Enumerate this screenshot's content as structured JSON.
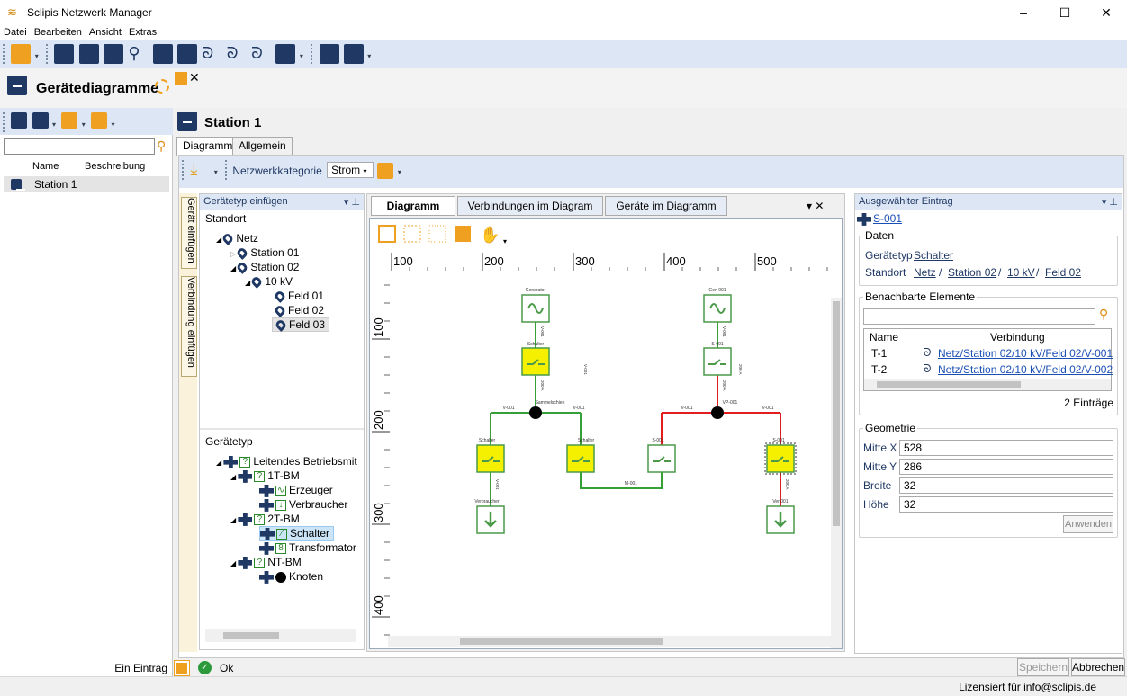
{
  "window": {
    "title": "Sclipis Netzwerk Manager",
    "minimize": "–",
    "maximize": "☐",
    "close": "✕"
  },
  "menu": [
    "Datei",
    "Bearbeiten",
    "Ansicht",
    "Extras"
  ],
  "doc": {
    "title": "Gerätediagramme"
  },
  "left": {
    "search_value": "",
    "col_name": "Name",
    "col_desc": "Beschreibung",
    "rows": [
      {
        "name": "Station 1"
      }
    ],
    "status": "Ein Eintrag"
  },
  "station": {
    "title": "Station 1",
    "tab_diagram": "Diagramm",
    "tab_general": "Allgemein",
    "netcat_label": "Netzwerkkategorie",
    "netcat_value": "Strom"
  },
  "vtabs": {
    "insert_device": "Gerät einfügen",
    "insert_connection": "Verbindung einfügen"
  },
  "gpanel": {
    "title": "Gerätetyp einfügen",
    "pin": "▾ ⊥",
    "standort_label": "Standort",
    "tree": [
      "Netz",
      "Station 01",
      "Station 02",
      "10 kV",
      "Feld 01",
      "Feld 02",
      "Feld 03"
    ],
    "geraetetyp_label": "Gerätetyp",
    "types": [
      "Leitendes Betriebsmit",
      "1T-BM",
      "Erzeuger",
      "Verbraucher",
      "2T-BM",
      "Schalter",
      "Transformator",
      "NT-BM",
      "Knoten"
    ]
  },
  "diag": {
    "tabs": [
      "Diagramm",
      "Verbindungen im Diagram",
      "Geräte im Diagramm"
    ],
    "close": "▾ ✕",
    "ruler_x": [
      "100",
      "200",
      "300",
      "400",
      "500"
    ],
    "ruler_y": [
      "100",
      "200",
      "300",
      "400"
    ],
    "labels": {
      "gen1": "Generator",
      "gen2": "Gen 001",
      "sw1": "Schalter",
      "sw2": "S-001",
      "busbar": "Sammelschien",
      "vp": "VP-001",
      "v1": "V-001",
      "v2": "V-001",
      "v3": "V-001",
      "v4": "V-001",
      "sw3": "Schalter",
      "sw4": "Schalter",
      "sw5": "S-001",
      "sw6": "S-001",
      "m1": "M-001",
      "load1": "Verbraucher",
      "load2": "Ver 001"
    },
    "vlabels": {
      "a": "V-001",
      "b": "200 A",
      "c": "V-001",
      "d": "200 A",
      "e": "V-001",
      "f": "200 A",
      "g": "V-001",
      "h": "200 A"
    },
    "colors": {
      "green": "#35a035",
      "red": "#e01e1e",
      "yellow": "#f5f000",
      "box": "#4a9a4a"
    }
  },
  "right": {
    "title": "Ausgewählter Eintrag",
    "pin": "▾ ⊥",
    "selected": "S-001",
    "daten_label": "Daten",
    "geraetetyp_label": "Gerätetyp",
    "geraetetyp_value": "Schalter",
    "standort_label": "Standort",
    "standort_parts": [
      "Netz",
      "Station 02",
      "10 kV",
      "Feld 02"
    ],
    "slash": "/",
    "neighbors_label": "Benachbarte Elemente",
    "col_name": "Name",
    "col_conn": "Verbindung",
    "neighbors": [
      {
        "name": "T-1",
        "conn": "Netz/Station 02/10 kV/Feld 02/V-001"
      },
      {
        "name": "T-2",
        "conn": "Netz/Station 02/10 kV/Feld 02/V-002"
      }
    ],
    "count": "2 Einträge",
    "geometrie_label": "Geometrie",
    "mx_label": "Mitte X",
    "mx": "528",
    "my_label": "Mitte Y",
    "my": "286",
    "w_label": "Breite",
    "w": "32",
    "h_label": "Höhe",
    "h": "32",
    "apply": "Anwenden"
  },
  "footer": {
    "ok": "Ok",
    "save": "Speichern",
    "cancel": "Abbrechen",
    "license": "Lizensiert für info@sclipis.de"
  }
}
